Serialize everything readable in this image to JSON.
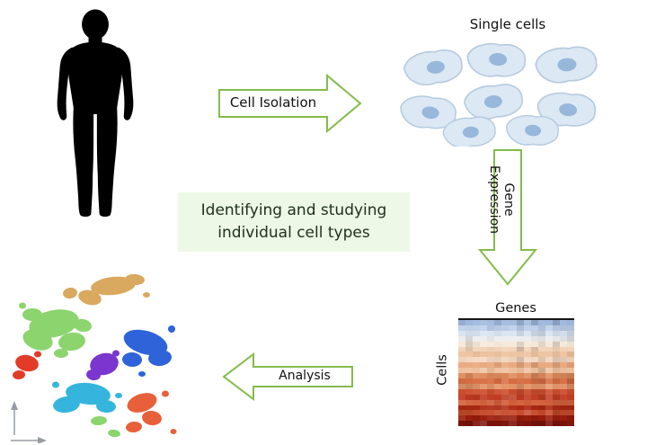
{
  "labels": {
    "single_cells": "Single cells",
    "genes": "Genes",
    "cells": "Cells"
  },
  "arrows": {
    "cell_isolation": "Cell Isolation",
    "gene_expression": "Gene Expression",
    "analysis": "Analysis"
  },
  "center_box": {
    "line1": "Identifying and studying",
    "line2": "individual cell types"
  },
  "colors": {
    "silhouette": "#000000",
    "arrow_stroke": "#84bb4b",
    "arrow_fill": "#ffffff",
    "box_bg": "#edf8e6",
    "box_text": "#203020",
    "cell_fill": "#dce8f4",
    "cell_stroke": "#b6cadf",
    "nucleus_fill": "#8fb3d8",
    "axis_gray": "#979ca4",
    "heatmap_border": "#161616",
    "label_text": "#111111"
  },
  "heatmap": {
    "cols": 16,
    "rows": [
      "#9fb9dd",
      "#bccfe8",
      "#d8e3f1",
      "#ecedf0",
      "#f5e8d8",
      "#f1d3b8",
      "#eec29e",
      "#f3d6bf",
      "#e9a87d",
      "#efc19e",
      "#df8a5b",
      "#d86e44",
      "#e49468",
      "#cd4e2f",
      "#bf3a20",
      "#d2603b",
      "#ae2a13",
      "#c64a2b",
      "#9a1d0c",
      "#7d120a"
    ]
  },
  "tsne_clusters": {
    "green": "#8bd46e",
    "tan": "#d9a95f",
    "red": "#e23b28",
    "purple": "#7a36cf",
    "blue": "#2e63d9",
    "cyan": "#35b5dd",
    "orange": "#e8603a"
  }
}
